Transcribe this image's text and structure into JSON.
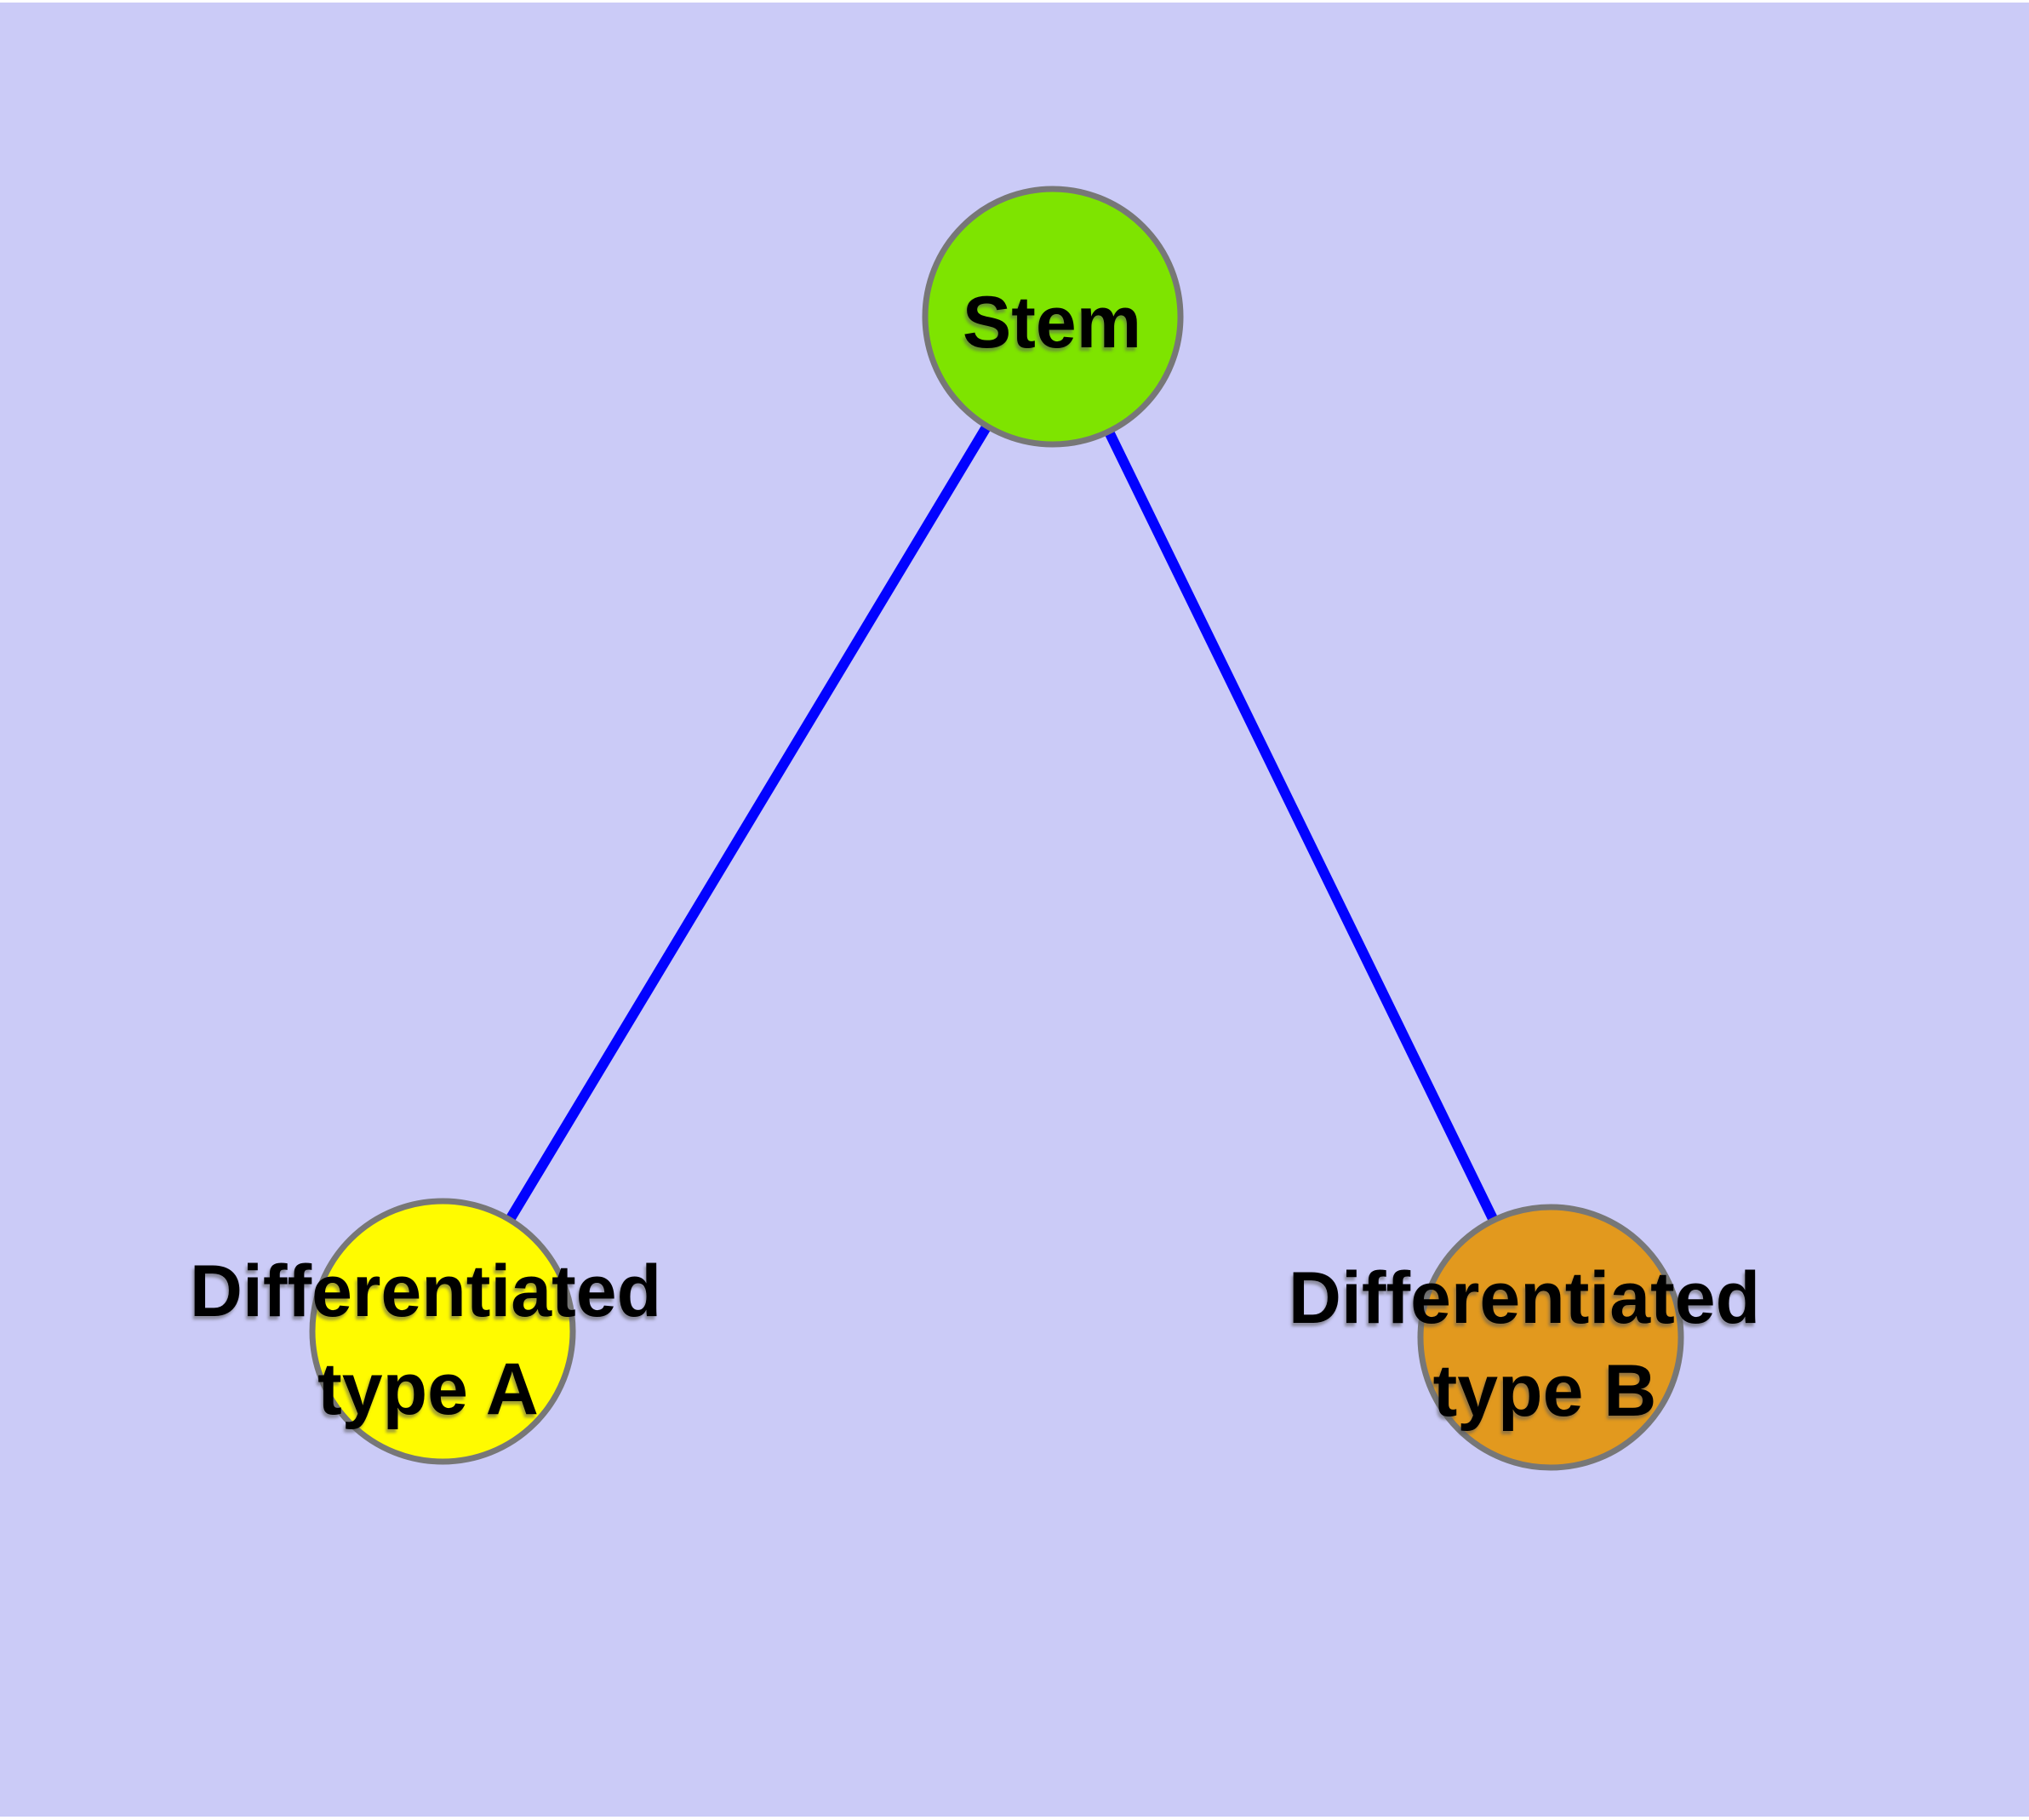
{
  "diagram": {
    "nodes": {
      "stem": {
        "label": "Stem",
        "fill": "#7EE400"
      },
      "type_a": {
        "label_line1": "Differentiated",
        "label_line2": "type A",
        "fill": "#FFFB00"
      },
      "type_b": {
        "label_line1": "Differentiated",
        "label_line2": "type B",
        "fill": "#E2991E"
      }
    },
    "edges": [
      {
        "from": "Stem",
        "to": "Differentiated type A"
      },
      {
        "from": "Stem",
        "to": "Differentiated type B"
      }
    ],
    "colors": {
      "page_margin": "#FFFFFF",
      "background": "#CBCBF7",
      "edge": "#0202FF",
      "node_border": "#777777",
      "label_text": "#000000"
    }
  }
}
